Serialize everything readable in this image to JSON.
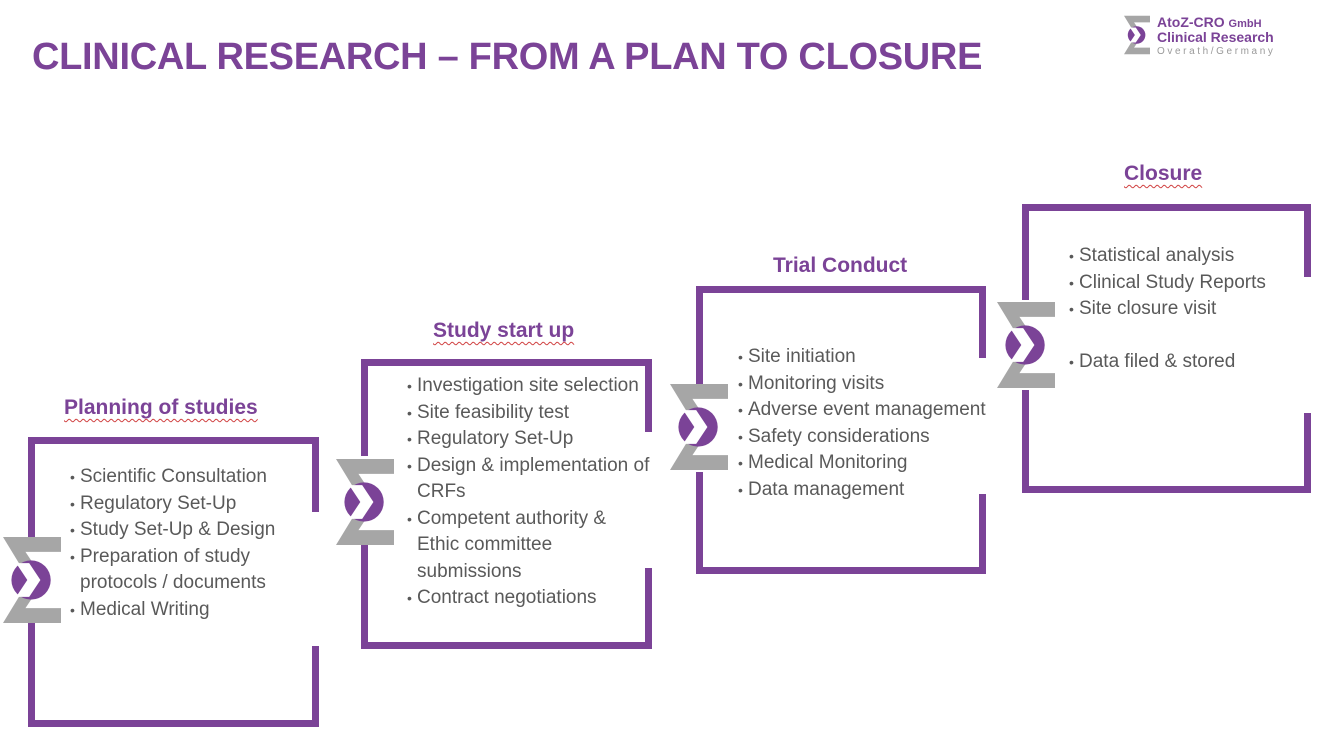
{
  "title": "CLINICAL RESEARCH – FROM A PLAN TO CLOSURE",
  "logo": {
    "name": "AtoZ-CRO",
    "suffix": "GmbH",
    "line2": "Clinical Research",
    "line3": "Overath/Germany",
    "icon": "sigma-arrow-logo-icon"
  },
  "colors": {
    "accent": "#7b4397",
    "text": "#595959",
    "icon_gray": "#a6a6a6"
  },
  "stages": [
    {
      "title": "Planning of studies",
      "items": [
        "Scientific Consultation",
        "Regulatory Set-Up",
        "Study Set-Up & Design",
        "Preparation of study protocols / documents",
        "Medical Writing"
      ]
    },
    {
      "title": "Study start up",
      "items": [
        "Investigation site selection",
        "Site feasibility test",
        "Regulatory Set-Up",
        "Design & implementation of CRFs",
        "Competent authority & Ethic committee submissions",
        "Contract negotiations"
      ]
    },
    {
      "title": "Trial Conduct",
      "items": [
        "Site initiation",
        "Monitoring visits",
        "Adverse event management",
        "Safety considerations",
        "Medical Monitoring",
        "Data management"
      ]
    },
    {
      "title": "Closure",
      "items": [
        "Statistical analysis",
        "Clinical Study Reports",
        "Site closure visit",
        "Data filed & stored"
      ]
    }
  ]
}
